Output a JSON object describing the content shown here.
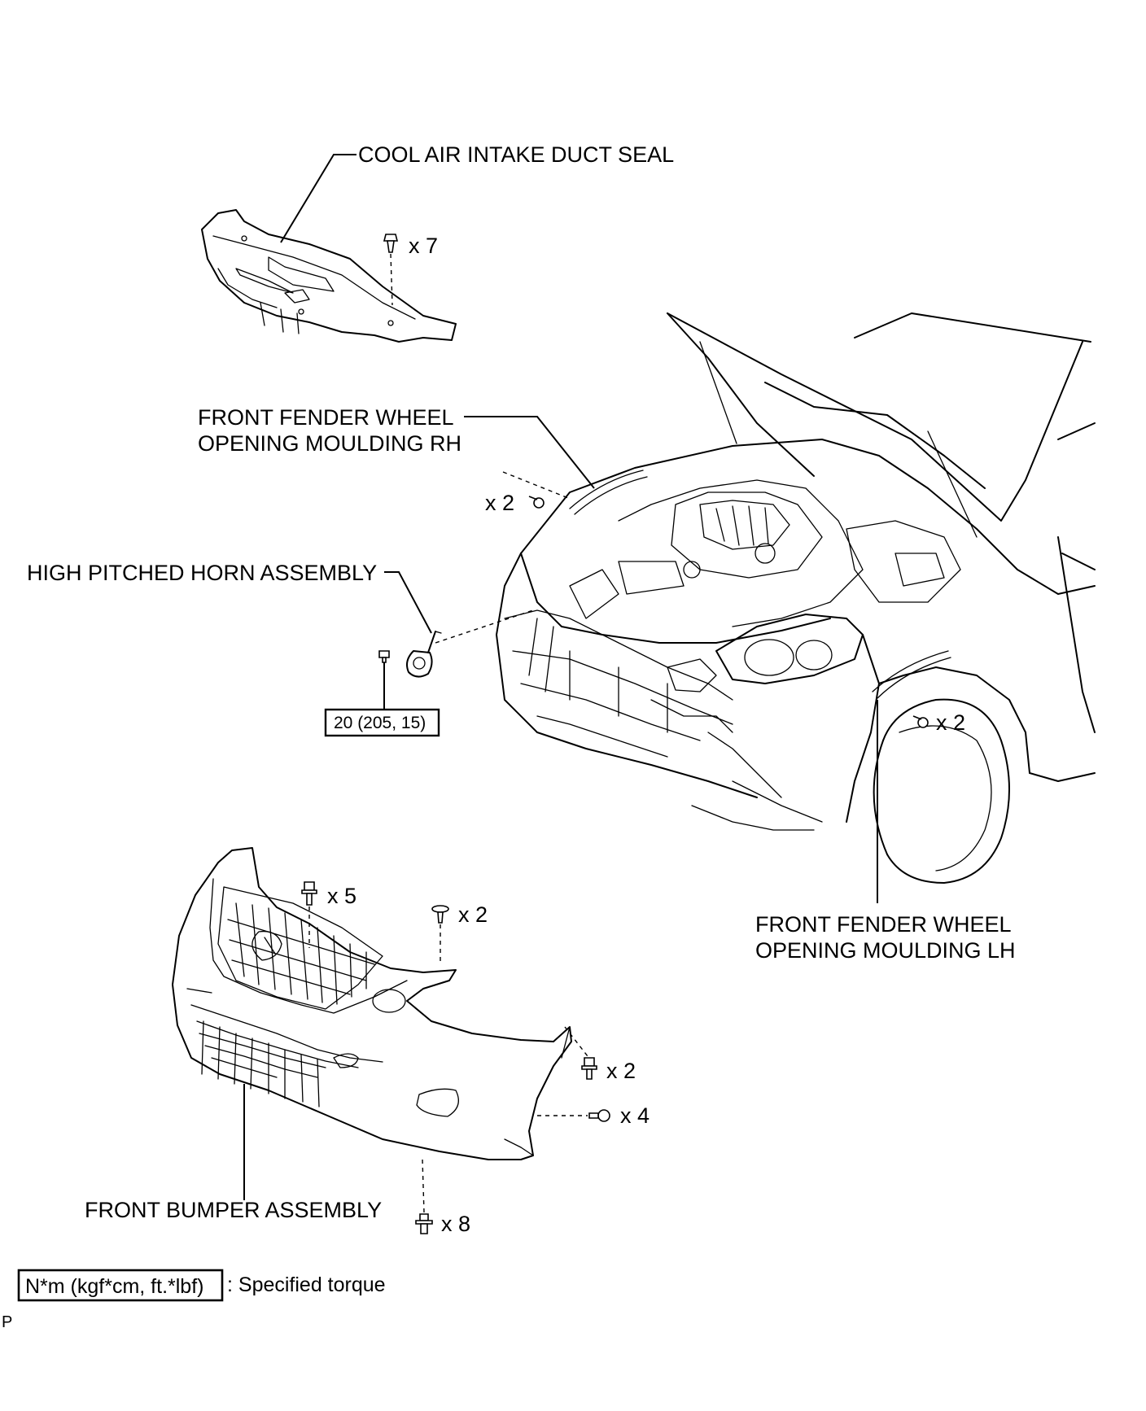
{
  "labels": {
    "cool_air_intake_duct_seal": "COOL AIR INTAKE DUCT SEAL",
    "front_fender_rh_line1": "FRONT FENDER WHEEL",
    "front_fender_rh_line2": "OPENING MOULDING RH",
    "high_pitched_horn": "HIGH PITCHED HORN ASSEMBLY",
    "front_fender_lh_line1": "FRONT FENDER WHEEL",
    "front_fender_lh_line2": "OPENING MOULDING LH",
    "front_bumper": "FRONT BUMPER ASSEMBLY"
  },
  "quantities": {
    "duct_seal_clips": "x 7",
    "fender_rh_screws": "x 2",
    "fender_lh_screws": "x 2",
    "bumper_top_bolts": "x 5",
    "bumper_top_clips": "x 2",
    "bumper_side_bolts": "x 2",
    "bumper_side_screws": "x 4",
    "bumper_bottom_bolts": "x 8"
  },
  "torque": {
    "horn_bolt": "20 (205, 15)"
  },
  "legend": {
    "box_text": "N*m (kgf*cm, ft.*lbf)",
    "description": ": Specified torque"
  },
  "page_ref": "P"
}
